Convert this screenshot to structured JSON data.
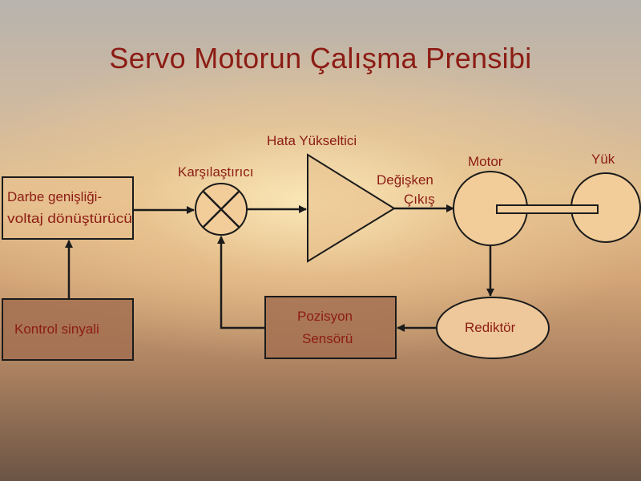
{
  "title": "Servo Motorun Çalışma Prensibi",
  "blocks": {
    "pwm_converter": {
      "line1": "Darbe genişliği-",
      "line2": "voltaj dönüştürücü"
    },
    "control_signal": "Kontrol sinyali",
    "comparator": "Karşılaştırıcı",
    "error_amplifier": "Hata Yükseltici",
    "variable_output": {
      "line1": "Değişken",
      "line2": "Çıkış"
    },
    "motor": "Motor",
    "load": "Yük",
    "reducer": "Rediktör",
    "position_sensor": {
      "line1": "Pozisyon",
      "line2": "Sensörü"
    }
  },
  "colors": {
    "label_red": "#8c1c14",
    "box_fill": "#a26e4f",
    "circle_fill": "#f2cd99",
    "line": "#1b1b1b"
  }
}
